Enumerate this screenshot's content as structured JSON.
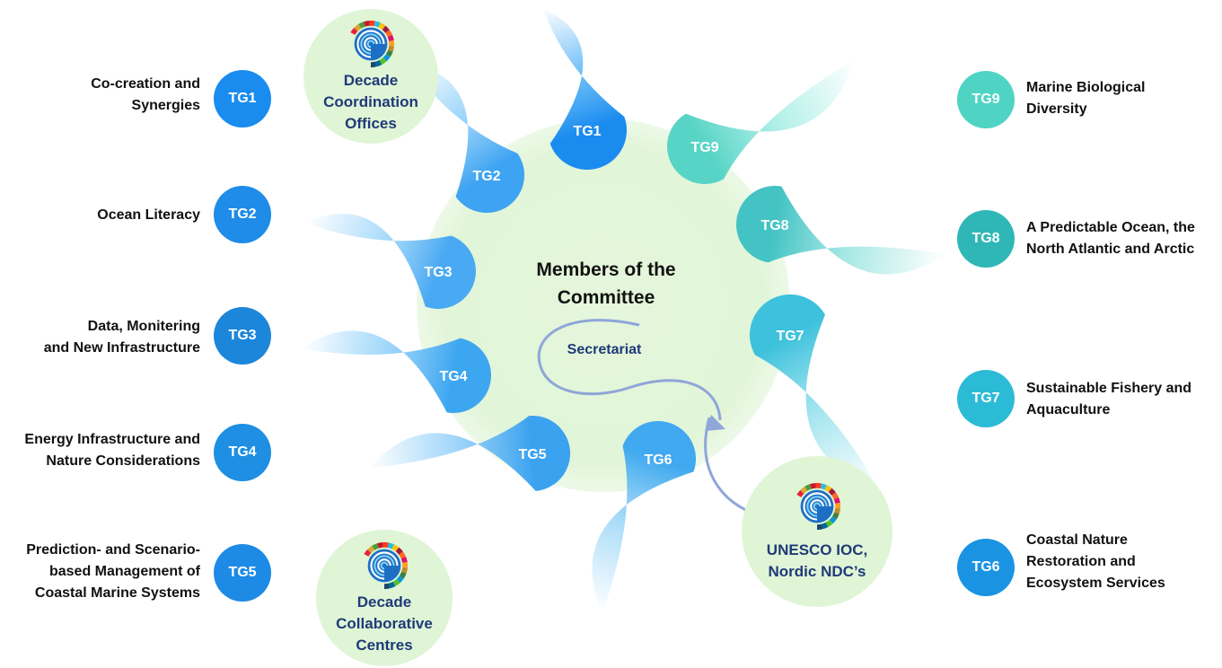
{
  "center": {
    "title_line1": "Members of the",
    "title_line2": "Committee",
    "secretariat": "Secretariat"
  },
  "petals": [
    "TG1",
    "TG2",
    "TG3",
    "TG4",
    "TG5",
    "TG6",
    "TG7",
    "TG8",
    "TG9"
  ],
  "left_groups": [
    {
      "id": "TG1",
      "line1": "Co-creation and",
      "line2": "Synergies",
      "line3": ""
    },
    {
      "id": "TG2",
      "line1": "Ocean Literacy",
      "line2": "",
      "line3": ""
    },
    {
      "id": "TG3",
      "line1": "Data, Monitering",
      "line2": "and New Infrastructure",
      "line3": ""
    },
    {
      "id": "TG4",
      "line1": "Energy Infrastructure and",
      "line2": "Nature Considerations",
      "line3": ""
    },
    {
      "id": "TG5",
      "line1": "Prediction- and Scenario-",
      "line2": "based Management of",
      "line3": "Coastal Marine Systems"
    }
  ],
  "right_groups": [
    {
      "id": "TG9",
      "line1": "Marine Biological",
      "line2": "Diversity",
      "line3": ""
    },
    {
      "id": "TG8",
      "line1": "A Predictable Ocean, the",
      "line2": "North Atlantic and Arctic",
      "line3": ""
    },
    {
      "id": "TG7",
      "line1": "Sustainable Fishery and",
      "line2": "Aquaculture",
      "line3": ""
    },
    {
      "id": "TG6",
      "line1": "Coastal Nature",
      "line2": "Restoration and",
      "line3": "Ecosystem Services"
    }
  ],
  "hubs": {
    "coordination": {
      "line1": "Decade",
      "line2": "Coordination",
      "line3": "Offices"
    },
    "collaborative": {
      "line1": "Decade",
      "line2": "Collaborative",
      "line3": "Centres"
    },
    "unesco": {
      "line1": "UNESCO IOC,",
      "line2": "Nordic NDC’s"
    }
  },
  "colors": {
    "hub_fill": "#dff5d6",
    "blue": "#1a8cf0",
    "teal": "#4ecfc4",
    "text_dark": "#111111",
    "text_navy": "#1f3a78",
    "sdg_palette": [
      "#e5243b",
      "#dda63a",
      "#4c9f38",
      "#c5192d",
      "#ff3a21",
      "#26bde2",
      "#fcc30b",
      "#a21942",
      "#fd6925",
      "#dd1367",
      "#fd9d24",
      "#bf8b2e",
      "#3f7e44",
      "#0a97d9",
      "#56c02b",
      "#00689d",
      "#19486a"
    ]
  },
  "icons": {
    "hub_logo": "ocean-decade-logo-icon"
  }
}
